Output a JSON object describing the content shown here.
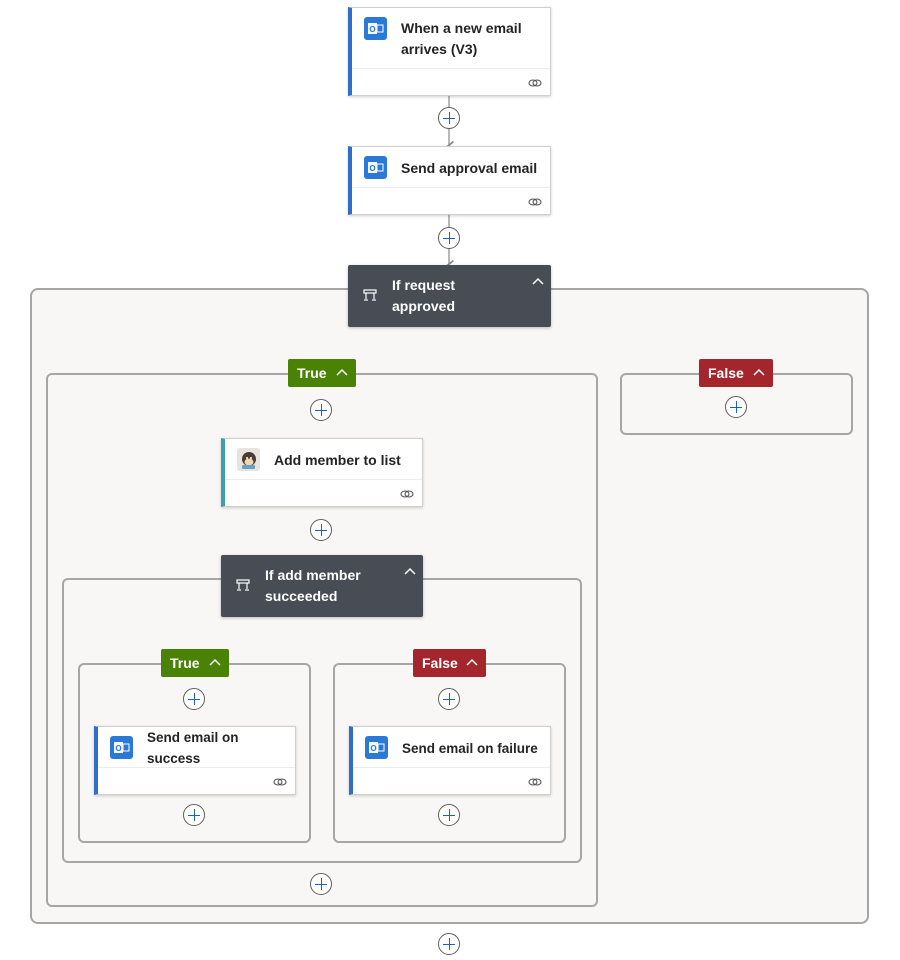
{
  "flow": {
    "trigger": {
      "title": "When a new email arrives (V3)",
      "icon": "outlook-icon"
    },
    "approval": {
      "title": "Send approval email",
      "icon": "outlook-icon"
    },
    "condition1": {
      "title": "If request approved",
      "true_label": "True",
      "false_label": "False",
      "add_member": {
        "title": "Add member to list",
        "icon": "mailchimp-icon"
      },
      "condition2": {
        "title": "If add member succeeded",
        "true_label": "True",
        "false_label": "False",
        "success": {
          "title": "Send email on success",
          "icon": "outlook-icon"
        },
        "failure": {
          "title": "Send email on failure",
          "icon": "outlook-icon"
        }
      }
    }
  },
  "colors": {
    "true": "#498205",
    "false": "#a4262c",
    "condition": "#474c55",
    "outlook": "#2b79d6",
    "card_accent": "#2f6fc9",
    "mailchimp_accent": "#3e9eb1"
  }
}
